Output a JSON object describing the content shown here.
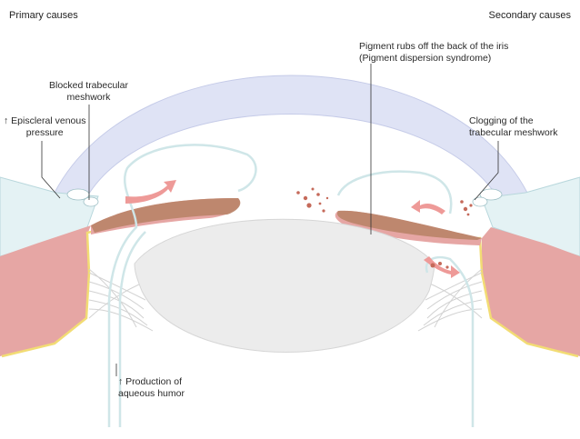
{
  "headers": {
    "primary": "Primary causes",
    "secondary": "Secondary causes"
  },
  "labels": {
    "blocked_meshwork": "Blocked trabecular\nmeshwork",
    "episcleral": "↑ Episcleral venous\npressure",
    "pigment_line1": "Pigment rubs off the back of the iris",
    "pigment_line2": "(Pigment dispersion syndrome)",
    "clogging": "Clogging of the\ntrabecular meshwork",
    "aqueous": "↑ Production of\naqueous humor"
  },
  "colors": {
    "cornea": "#dfe3f5",
    "sclera": "#e4f2f4",
    "ciliary_body": "#e6a6a4",
    "iris_pigment": "#b98468",
    "lens": "#ececec",
    "zonules": "#d2d2d2",
    "yellow_line": "#f2dc74",
    "arrow": "#ee9a98",
    "pigment_dot": "#c56a5a",
    "leader_line": "#333333"
  }
}
